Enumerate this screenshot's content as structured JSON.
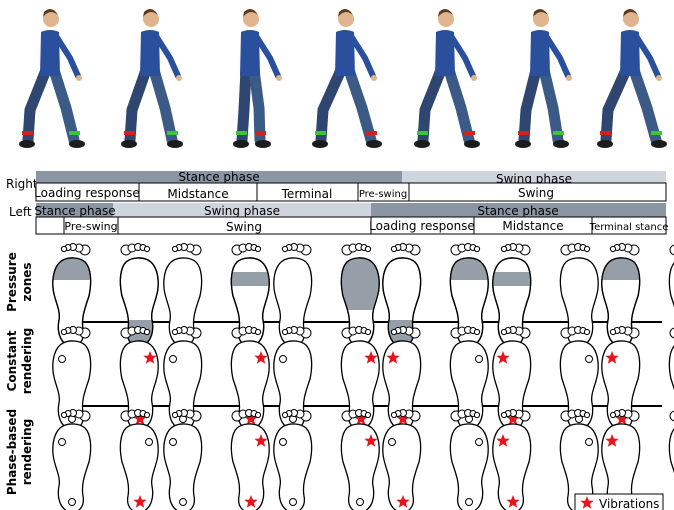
{
  "rows": {
    "right_label": "Right",
    "left_label": "Left"
  },
  "right_phases": [
    {
      "label": "Stance phase",
      "tone": "dark"
    },
    {
      "label": "Swing phase",
      "tone": "light"
    }
  ],
  "right_subphases": [
    "Loading response",
    "Midstance",
    "Terminal",
    "Pre-swing",
    "Swing"
  ],
  "left_phases": [
    {
      "label": "Stance phase",
      "tone": "dark"
    },
    {
      "label": "Swing phase",
      "tone": "light"
    },
    {
      "label": "Stance phase",
      "tone": "dark"
    }
  ],
  "left_subphases": [
    "",
    "Pre-swing",
    "Swing",
    "Loading response",
    "Midstance",
    "Terminal stance"
  ],
  "row_titles": {
    "pressure": [
      "Pressure",
      "zones"
    ],
    "constant": [
      "Constant",
      "rendering"
    ],
    "phase": [
      "Phase-based",
      "rendering"
    ]
  },
  "legend": {
    "label": "Vibrations",
    "icon": "red-star-icon"
  },
  "colors": {
    "dark_band": "#8a96a3",
    "light_band": "#cfd5dd",
    "pressure_fill": "#969ea8",
    "vibration": "#e8141c",
    "jacket": "#2a4f9c",
    "jeans": "#3c5a86",
    "marker_green": "#3cc43c",
    "marker_red": "#d42020"
  },
  "figures": [
    {
      "left_marker": "red",
      "right_marker": "green"
    },
    {
      "left_marker": "red",
      "right_marker": "green"
    },
    {
      "left_marker": "green",
      "right_marker": "red"
    },
    {
      "left_marker": "green",
      "right_marker": "red"
    },
    {
      "left_marker": "green",
      "right_marker": "red"
    },
    {
      "left_marker": "red",
      "right_marker": "green"
    },
    {
      "left_marker": "red",
      "right_marker": "green"
    }
  ],
  "pressure_zones": [
    {
      "left": [
        "toe",
        "forefoot"
      ],
      "right": [
        "heel"
      ]
    },
    {
      "left": [],
      "right": [
        "forefoot-rear"
      ]
    },
    {
      "left": [],
      "right": [
        "toe",
        "forefoot",
        "midfoot"
      ]
    },
    {
      "left": [
        "heel"
      ],
      "right": [
        "toe",
        "forefoot"
      ]
    },
    {
      "left": [
        "forefoot-rear"
      ],
      "right": []
    },
    {
      "left": [
        "toe",
        "forefoot"
      ],
      "right": []
    }
  ],
  "constant_stars": [
    {
      "left": [],
      "right": [
        "fore",
        "heel"
      ]
    },
    {
      "left": [],
      "right": [
        "fore",
        "heel"
      ]
    },
    {
      "left": [],
      "right": [
        "fore",
        "heel"
      ]
    },
    {
      "left": [
        "fore",
        "heel"
      ],
      "right": []
    },
    {
      "left": [
        "fore",
        "heel"
      ],
      "right": []
    },
    {
      "left": [
        "fore",
        "heel"
      ],
      "right": []
    }
  ],
  "phase_stars": [
    {
      "left": [],
      "right": [
        "heel"
      ]
    },
    {
      "left": [],
      "right": [
        "fore",
        "heel"
      ]
    },
    {
      "left": [],
      "right": [
        "fore"
      ]
    },
    {
      "left": [
        "heel"
      ],
      "right": []
    },
    {
      "left": [
        "fore",
        "heel"
      ],
      "right": []
    },
    {
      "left": [
        "fore"
      ],
      "right": []
    }
  ]
}
